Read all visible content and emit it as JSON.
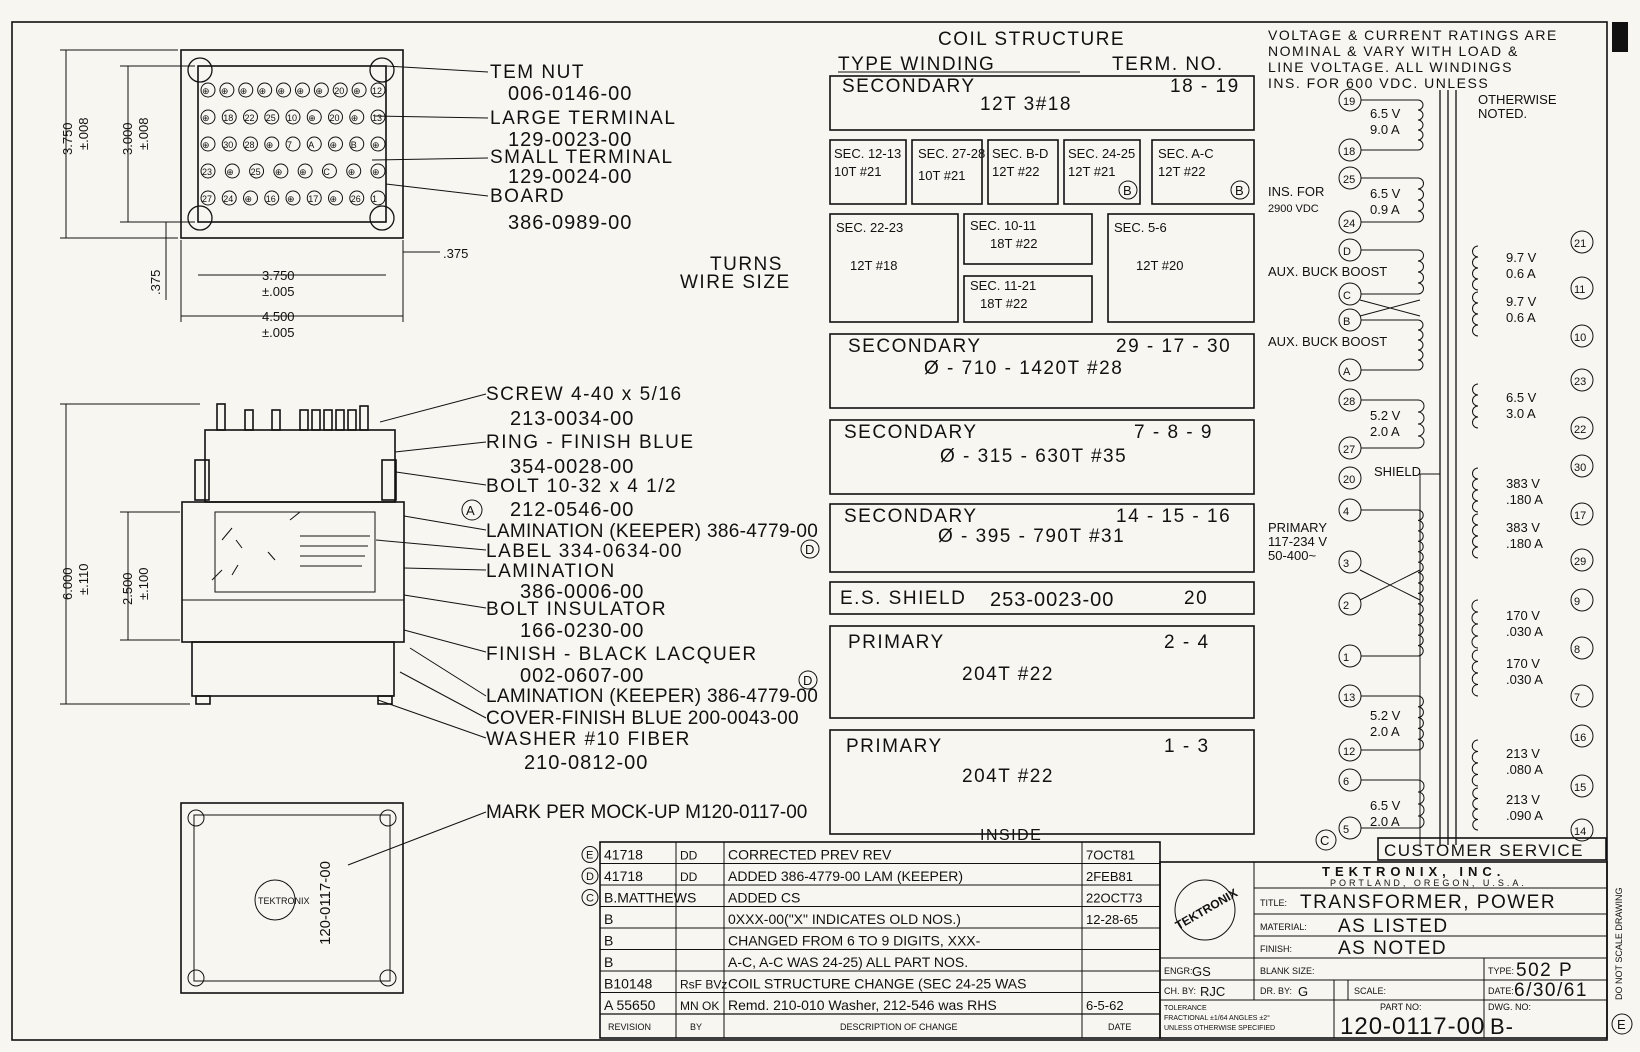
{
  "title_block": {
    "company": "TEKTRONIX, INC.",
    "company_location": "PORTLAND, OREGON, U.S.A.",
    "logo_text": "TEKTRONIX",
    "title_label": "TITLE:",
    "title": "TRANSFORMER, POWER",
    "material_label": "MATERIAL:",
    "material": "AS LISTED",
    "finish_label": "FINISH:",
    "finish": "AS NOTED",
    "engr_label": "ENGR:",
    "engr": "GS",
    "blank_size_label": "BLANK SIZE:",
    "type_label": "TYPE:",
    "type": "502 P",
    "ch_by_label": "CH. BY:",
    "ch_by": "RJC",
    "dr_by_label": "DR. BY:",
    "dr_by": "G",
    "scale_label": "SCALE:",
    "date_label": "DATE:",
    "date": "6/30/61",
    "tolerance": "TOLERANCE",
    "tolerance_line2": "FRACTIONAL ±1/64 ANGLES ±2°",
    "tolerance_line3": "UNLESS OTHERWISE SPECIFIED",
    "part_no_label": "PART NO:",
    "part_no": "120-0117-00",
    "dwg_no_label": "DWG. NO:",
    "dwg_no": "B-",
    "side_note": "DO NOT SCALE DRAWING",
    "rev_letter": "E"
  },
  "revisions": {
    "headers": [
      "REVISION",
      "BY",
      "DESCRIPTION OF CHANGE",
      "DATE"
    ],
    "rows": [
      {
        "mark": "E",
        "rev": "41718",
        "by": "DD",
        "desc": "CORRECTED PREV REV",
        "date": "7OCT81"
      },
      {
        "mark": "D",
        "rev": "41718",
        "by": "DD",
        "desc": "ADDED 386-4779-00 LAM (KEEPER)",
        "date": "2FEB81"
      },
      {
        "mark": "C",
        "rev": "B.MATTHEWS",
        "by": "",
        "desc": "ADDED CS",
        "date": "22OCT73"
      },
      {
        "mark": "",
        "rev": "B",
        "by": "",
        "desc": "0XXX-00(\"X\" INDICATES OLD NOS.)",
        "date": "12-28-65"
      },
      {
        "mark": "",
        "rev": "B",
        "by": "",
        "desc": "CHANGED FROM 6 TO 9 DIGITS, XXX-",
        "date": ""
      },
      {
        "mark": "",
        "rev": "B",
        "by": "",
        "desc": "A-C, A-C WAS 24-25) ALL PART NOS.",
        "date": ""
      },
      {
        "mark": "",
        "rev": "B10148",
        "by": "RsF BVz",
        "desc": "COIL STRUCTURE CHANGE (SEC 24-25 WAS",
        "date": ""
      },
      {
        "mark": "",
        "rev": "A 55650",
        "by": "MN OK",
        "desc": "Remd. 210-010 Washer, 212-546 was RHS",
        "date": "6-5-62"
      }
    ]
  },
  "top_view": {
    "parts": [
      {
        "name": "TEM NUT",
        "pn": "006-0146-00"
      },
      {
        "name": "LARGE TERMINAL",
        "pn": "129-0023-00"
      },
      {
        "name": "SMALL TERMINAL",
        "pn": "129-0024-00"
      },
      {
        "name": "BOARD",
        "pn": "386-0989-00"
      }
    ],
    "dims": {
      "height_outer": "3.750",
      "height_outer_tol": "±.008",
      "height_inner": "3.000",
      "height_inner_tol": "±.008",
      "width_inner": "3.750",
      "width_inner_tol": "±.005",
      "width_outer": "4.500",
      "width_outer_tol": "±.005",
      "offset_right": ".375",
      "offset_left": ".375"
    }
  },
  "side_view": {
    "parts": [
      {
        "name": "SCREW 4-40 x 5/16",
        "pn": "213-0034-00"
      },
      {
        "name": "RING - FINISH BLUE",
        "pn": "354-0028-00"
      },
      {
        "name": "BOLT 10-32 x 4 1/2",
        "pn": "212-0546-00"
      },
      {
        "name": "LAMINATION (KEEPER) 386-4779-00",
        "pn": ""
      },
      {
        "name": "LABEL 334-0634-00",
        "pn": ""
      },
      {
        "name": "LAMINATION",
        "pn": "386-0006-00"
      },
      {
        "name": "BOLT INSULATOR",
        "pn": "166-0230-00"
      },
      {
        "name": "FINISH - BLACK LACQUER",
        "pn": "002-0607-00"
      },
      {
        "name": "LAMINATION (KEEPER) 386-4779-00",
        "pn": ""
      },
      {
        "name": "COVER-FINISH BLUE 200-0043-00",
        "pn": ""
      },
      {
        "name": "WASHER #10 FIBER",
        "pn": "210-0812-00"
      }
    ],
    "dims": {
      "overall": "6.000",
      "overall_tol": "±.110",
      "core": "2.500",
      "core_tol": "±.100"
    },
    "marker_a": "A",
    "marker_d1": "D",
    "marker_d2": "D"
  },
  "bottom_view": {
    "mark_note": "MARK PER MOCK-UP M120-0117-00",
    "stamp_pn": "120-0117-00",
    "stamp_logo": "TEKTRONIX"
  },
  "turns_label": "TURNS",
  "wire_label": "WIRE SIZE",
  "coil": {
    "title": "COIL STRUCTURE",
    "col1": "TYPE WINDING",
    "col2": "TERM. NO.",
    "inside": "INSIDE",
    "sec1": {
      "name": "SECONDARY",
      "term": "18 - 19",
      "spec": "12T 3#18"
    },
    "row2": [
      {
        "name": "SEC. 12-13",
        "spec": "10T #21"
      },
      {
        "name": "SEC. 27-28",
        "spec": "10T #21"
      },
      {
        "name": "SEC. B-D",
        "spec": "12T #22"
      },
      {
        "name": "SEC. 24-25",
        "spec": "12T #21",
        "mark": "B"
      },
      {
        "name": "SEC. A-C",
        "spec": "12T #22",
        "mark": "B"
      }
    ],
    "row3": [
      {
        "name": "SEC. 22-23",
        "spec": "12T #18"
      },
      {
        "name": "SEC. 10-11",
        "spec": "18T #22"
      },
      {
        "name": "SEC. 11-21",
        "spec": "18T #22"
      },
      {
        "name": "SEC. 5-6",
        "spec": "12T #20"
      }
    ],
    "sec_29": {
      "name": "SECONDARY",
      "term": "29 - 17 - 30",
      "spec": "Ø - 710 - 1420T #28"
    },
    "sec_7": {
      "name": "SECONDARY",
      "term": "7 - 8 - 9",
      "spec": "Ø - 315 - 630T #35"
    },
    "sec_14": {
      "name": "SECONDARY",
      "term": "14 - 15 - 16",
      "spec": "Ø - 395 - 790T #31"
    },
    "shield": {
      "name": "E.S. SHIELD",
      "pn": "253-0023-00",
      "term": "20"
    },
    "pri1": {
      "name": "PRIMARY",
      "term": "2 - 4",
      "spec": "204T #22"
    },
    "pri2": {
      "name": "PRIMARY",
      "term": "1 - 3",
      "spec": "204T #22"
    }
  },
  "schematic": {
    "note": [
      "VOLTAGE & CURRENT RATINGS ARE",
      "NOMINAL & VARY WITH LOAD &",
      "LINE VOLTAGE. ALL WINDINGS",
      "INS. FOR 600 VDC. UNLESS",
      "OTHERWISE",
      "NOTED."
    ],
    "ins_note": [
      "INS. FOR",
      "2900 VDC"
    ],
    "aux1": "AUX. BUCK BOOST",
    "aux2": "AUX. BUCK BOOST",
    "shield": "SHIELD",
    "primary": [
      "PRIMARY",
      "117-234 V",
      "50-400~"
    ],
    "customer_service": "CUSTOMER SERVICE",
    "cs_mark": "C",
    "left_terms": [
      "19",
      "18",
      "25",
      "24",
      "D",
      "C",
      "B",
      "A",
      "28",
      "27",
      "20",
      "4",
      "3",
      "2",
      "1",
      "13",
      "12",
      "6",
      "5"
    ],
    "left_ratings": [
      {
        "v": "6.5 V",
        "a": "9.0 A"
      },
      {
        "v": "6.5 V",
        "a": "0.9 A"
      },
      {
        "v": "5.2 V",
        "a": "2.0 A"
      },
      {
        "v": "5.2 V",
        "a": "2.0 A"
      },
      {
        "v": "6.5 V",
        "a": "2.0 A"
      }
    ],
    "right_terms": [
      "21",
      "11",
      "10",
      "23",
      "22",
      "30",
      "17",
      "29",
      "9",
      "8",
      "7",
      "16",
      "15",
      "14"
    ],
    "right_ratings": [
      {
        "v": "9.7 V",
        "a": "0.6 A"
      },
      {
        "v": "9.7 V",
        "a": "0.6 A"
      },
      {
        "v": "6.5 V",
        "a": "3.0 A"
      },
      {
        "v": "383 V",
        "a": ".180 A"
      },
      {
        "v": "383 V",
        "a": ".180 A"
      },
      {
        "v": "170 V",
        "a": ".030 A"
      },
      {
        "v": "170 V",
        "a": ".030 A"
      },
      {
        "v": "213 V",
        "a": ".080 A"
      },
      {
        "v": "213 V",
        "a": ".090 A"
      }
    ]
  },
  "top_terminals": {
    "row1": [
      "⊕",
      "⊕",
      "⊕",
      "⊕",
      "⊕",
      "⊕",
      "⊕",
      "20",
      "⊕",
      "12"
    ],
    "row2": [
      "⊕",
      "18",
      "22",
      "25",
      "10",
      "⊕",
      "20",
      "⊕",
      "13"
    ],
    "row3": [
      "⊕",
      "30",
      "28",
      "⊕",
      "7",
      "A",
      "⊕",
      "B",
      "⊕"
    ],
    "row4": [
      "23",
      "⊕",
      "25",
      "⊕",
      "⊕",
      "C",
      "⊕",
      "⊕"
    ],
    "row5": [
      "27",
      "24",
      "⊕",
      "16",
      "⊕",
      "17",
      "⊕",
      "26",
      "1"
    ]
  }
}
